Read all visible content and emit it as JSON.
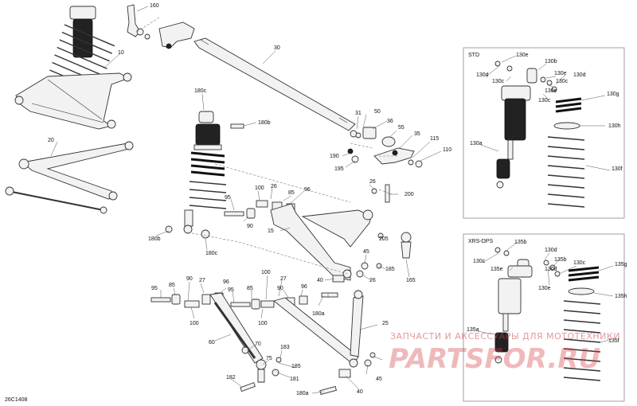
{
  "diagram_code": "26C1408",
  "insets": {
    "std": {
      "title": "STD"
    },
    "xrs": {
      "title": "XRS-DPS"
    }
  },
  "callouts": {
    "c160": "160",
    "c10": "10",
    "c30": "30",
    "c20": "20",
    "c180c_a": "180c",
    "c180b": "180b",
    "c31": "31",
    "c50": "50",
    "c36": "36",
    "c55": "55",
    "c35": "35",
    "c115": "115",
    "c110": "110",
    "c190": "190",
    "c195": "195",
    "c100_a": "100",
    "c26_a": "26",
    "c85_a": "85",
    "c96_a": "96",
    "c95_a": "95",
    "c90_a": "90",
    "c26_b": "26",
    "c200": "200",
    "c15": "15",
    "c205": "205",
    "c45_a": "45",
    "c185": "185",
    "c165": "165",
    "c180b_b": "180b",
    "c180c_b": "180c",
    "c40_a": "40",
    "c26_c": "26",
    "c27": "27",
    "c85_b": "85",
    "c90_b": "90",
    "c96_b": "96",
    "c95_b": "95",
    "c100_b": "100",
    "c100_c": "100",
    "c85_c": "85",
    "c96_c": "96",
    "c95_c": "95",
    "c90_c": "90",
    "c27_b": "27",
    "c180a_a": "180a",
    "c100_d": "100",
    "c25": "25",
    "c60": "60",
    "c70": "70",
    "c75": "75",
    "c183": "183",
    "c185_b": "185",
    "c181": "181",
    "c182": "182",
    "c45_b": "45",
    "c180a_b": "180a",
    "c40_b": "40",
    "std130e_a": "130e",
    "std130b_a": "130b",
    "std130d_a": "130d",
    "std130c_a": "130c",
    "std130e_b": "130e",
    "std130d_b": "130d",
    "std130c_b": "130c",
    "std130e_c": "130e",
    "std130c_c": "130c",
    "std130g": "130g",
    "std130h": "130h",
    "std130a": "130a",
    "std130f": "130f",
    "xrs135b_a": "135b",
    "xrs130d_a": "130d",
    "xrs130c_a": "130c",
    "xrs135e_a": "135e",
    "xrs135b_b": "135b",
    "xrs130c_b": "130c",
    "xrs130d_b": "130d",
    "xrs130e": "130e",
    "xrs135g": "135g",
    "xrs135h": "135h",
    "xrs135a": "135a",
    "xrs135f": "135f"
  },
  "watermark": {
    "line": "ЗАПЧАСТИ И АКСЕССУАРЫ ДЛЯ МОТОТЕХНИКИ",
    "logo": "PARTSFOR.RU"
  }
}
